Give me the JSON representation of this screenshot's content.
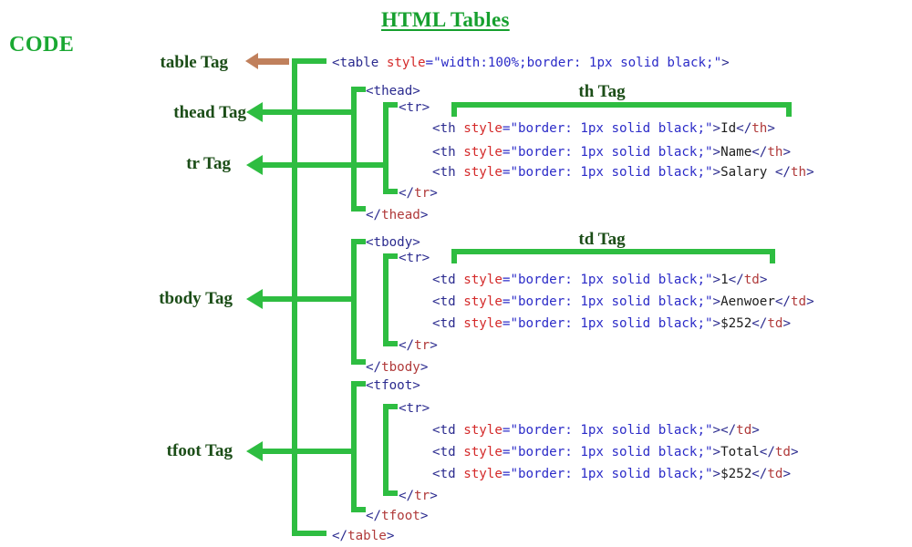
{
  "header": {
    "title": "HTML Tables",
    "side_label": "CODE"
  },
  "annotations": [
    {
      "name": "table-tag",
      "label": "table Tag"
    },
    {
      "name": "thead-tag",
      "label": "thead Tag"
    },
    {
      "name": "tr-tag",
      "label": "tr Tag"
    },
    {
      "name": "tbody-tag",
      "label": "tbody Tag"
    },
    {
      "name": "tfoot-tag",
      "label": "tfoot Tag"
    },
    {
      "name": "th-tag",
      "label": "th Tag"
    },
    {
      "name": "td-tag",
      "label": "td Tag"
    }
  ],
  "code": {
    "language": "html",
    "common": {
      "style_attr": "style",
      "eq": "=",
      "table_style_value": "\"width:100%;border: 1px solid black;\"",
      "cell_style_value": "\"border: 1px solid black;\""
    },
    "lines": [
      {
        "id": "l01",
        "tag": "table",
        "kind": "open",
        "text": "<table style=\"width:100%;border: 1px solid black;\">"
      },
      {
        "id": "l02",
        "tag": "thead",
        "kind": "open",
        "text": "<thead>"
      },
      {
        "id": "l03",
        "tag": "tr",
        "kind": "open",
        "text": "<tr>"
      },
      {
        "id": "l04",
        "tag": "th",
        "kind": "cell",
        "text": "<th style=\"border: 1px solid black;\">Id</th>",
        "value": "Id"
      },
      {
        "id": "l05",
        "tag": "th",
        "kind": "cell",
        "text": "<th style=\"border: 1px solid black;\">Name</th>",
        "value": "Name"
      },
      {
        "id": "l06",
        "tag": "th",
        "kind": "cell",
        "text": "<th style=\"border: 1px solid black;\">Salary </th>",
        "value": "Salary "
      },
      {
        "id": "l07",
        "tag": "tr",
        "kind": "close",
        "text": "</tr>"
      },
      {
        "id": "l08",
        "tag": "thead",
        "kind": "close",
        "text": "</thead>"
      },
      {
        "id": "l09",
        "tag": "tbody",
        "kind": "open",
        "text": "<tbody>"
      },
      {
        "id": "l10",
        "tag": "tr",
        "kind": "open",
        "text": "<tr>"
      },
      {
        "id": "l11",
        "tag": "td",
        "kind": "cell",
        "text": "<td style=\"border: 1px solid black;\">1</td>",
        "value": "1"
      },
      {
        "id": "l12",
        "tag": "td",
        "kind": "cell",
        "text": "<td style=\"border: 1px solid black;\">Aenwoer</td>",
        "value": "Aenwoer"
      },
      {
        "id": "l13",
        "tag": "td",
        "kind": "cell",
        "text": "<td style=\"border: 1px solid black;\">$252</td>",
        "value": "$252"
      },
      {
        "id": "l14",
        "tag": "tr",
        "kind": "close",
        "text": "</tr>"
      },
      {
        "id": "l15",
        "tag": "tbody",
        "kind": "close",
        "text": "</tbody>"
      },
      {
        "id": "l16",
        "tag": "tfoot",
        "kind": "open",
        "text": "<tfoot>"
      },
      {
        "id": "l17",
        "tag": "tr",
        "kind": "open",
        "text": "<tr>"
      },
      {
        "id": "l18",
        "tag": "td",
        "kind": "cell",
        "text": "<td style=\"border: 1px solid black;\"></td>",
        "value": ""
      },
      {
        "id": "l19",
        "tag": "td",
        "kind": "cell",
        "text": "<td style=\"border: 1px solid black;\">Total</td>",
        "value": "Total"
      },
      {
        "id": "l20",
        "tag": "td",
        "kind": "cell",
        "text": "<td style=\"border: 1px solid black;\">$252</td>",
        "value": "$252"
      },
      {
        "id": "l21",
        "tag": "tr",
        "kind": "close",
        "text": "</tr>"
      },
      {
        "id": "l22",
        "tag": "tfoot",
        "kind": "close",
        "text": "</tfoot>"
      },
      {
        "id": "l23",
        "tag": "table",
        "kind": "close",
        "text": "</table>"
      }
    ]
  },
  "colors": {
    "accent_green": "#2ebd41",
    "title_green": "#16a02e",
    "label_dark_green": "#1b4d17",
    "arrow_brown": "#c0805c",
    "tag_navy": "#2b2b8f",
    "attr_red": "#d42a2a",
    "value_blue": "#2b2bc8",
    "closing_tag_red": "#b03a3a",
    "background": "#ffffff"
  }
}
